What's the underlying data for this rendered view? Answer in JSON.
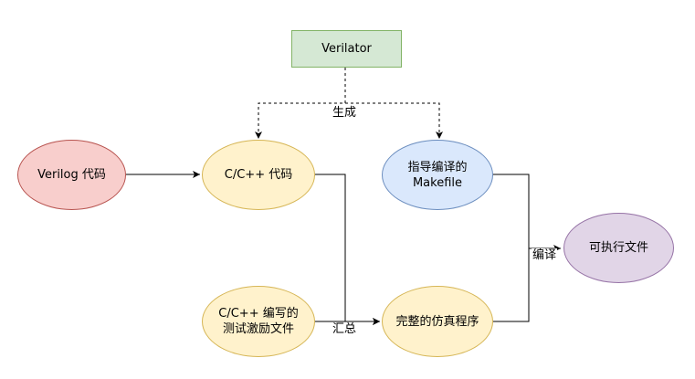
{
  "colors": {
    "edge": "#000000",
    "verilator_fill": "#d5e8d4",
    "verilator_stroke": "#82b366",
    "verilog_fill": "#f8cecc",
    "verilog_stroke": "#b85450",
    "cpp_fill": "#fff2cc",
    "cpp_stroke": "#d6b656",
    "makefile_fill": "#dae8fc",
    "makefile_stroke": "#6c8ebf",
    "exe_fill": "#e1d5e7",
    "exe_stroke": "#9673a6"
  },
  "nodes": {
    "verilator": "Verilator",
    "verilog": "Verilog 代码",
    "cpp_code": "C/C++ 代码",
    "makefile_line1": "指导编译的",
    "makefile_line2": "Makefile",
    "executable": "可执行文件",
    "testbench_line1": "C/C++ 编写的",
    "testbench_line2": "测试激励文件",
    "simulation": "完整的仿真程序"
  },
  "edge_labels": {
    "generate": "生成",
    "compile": "编译",
    "aggregate": "汇总"
  }
}
